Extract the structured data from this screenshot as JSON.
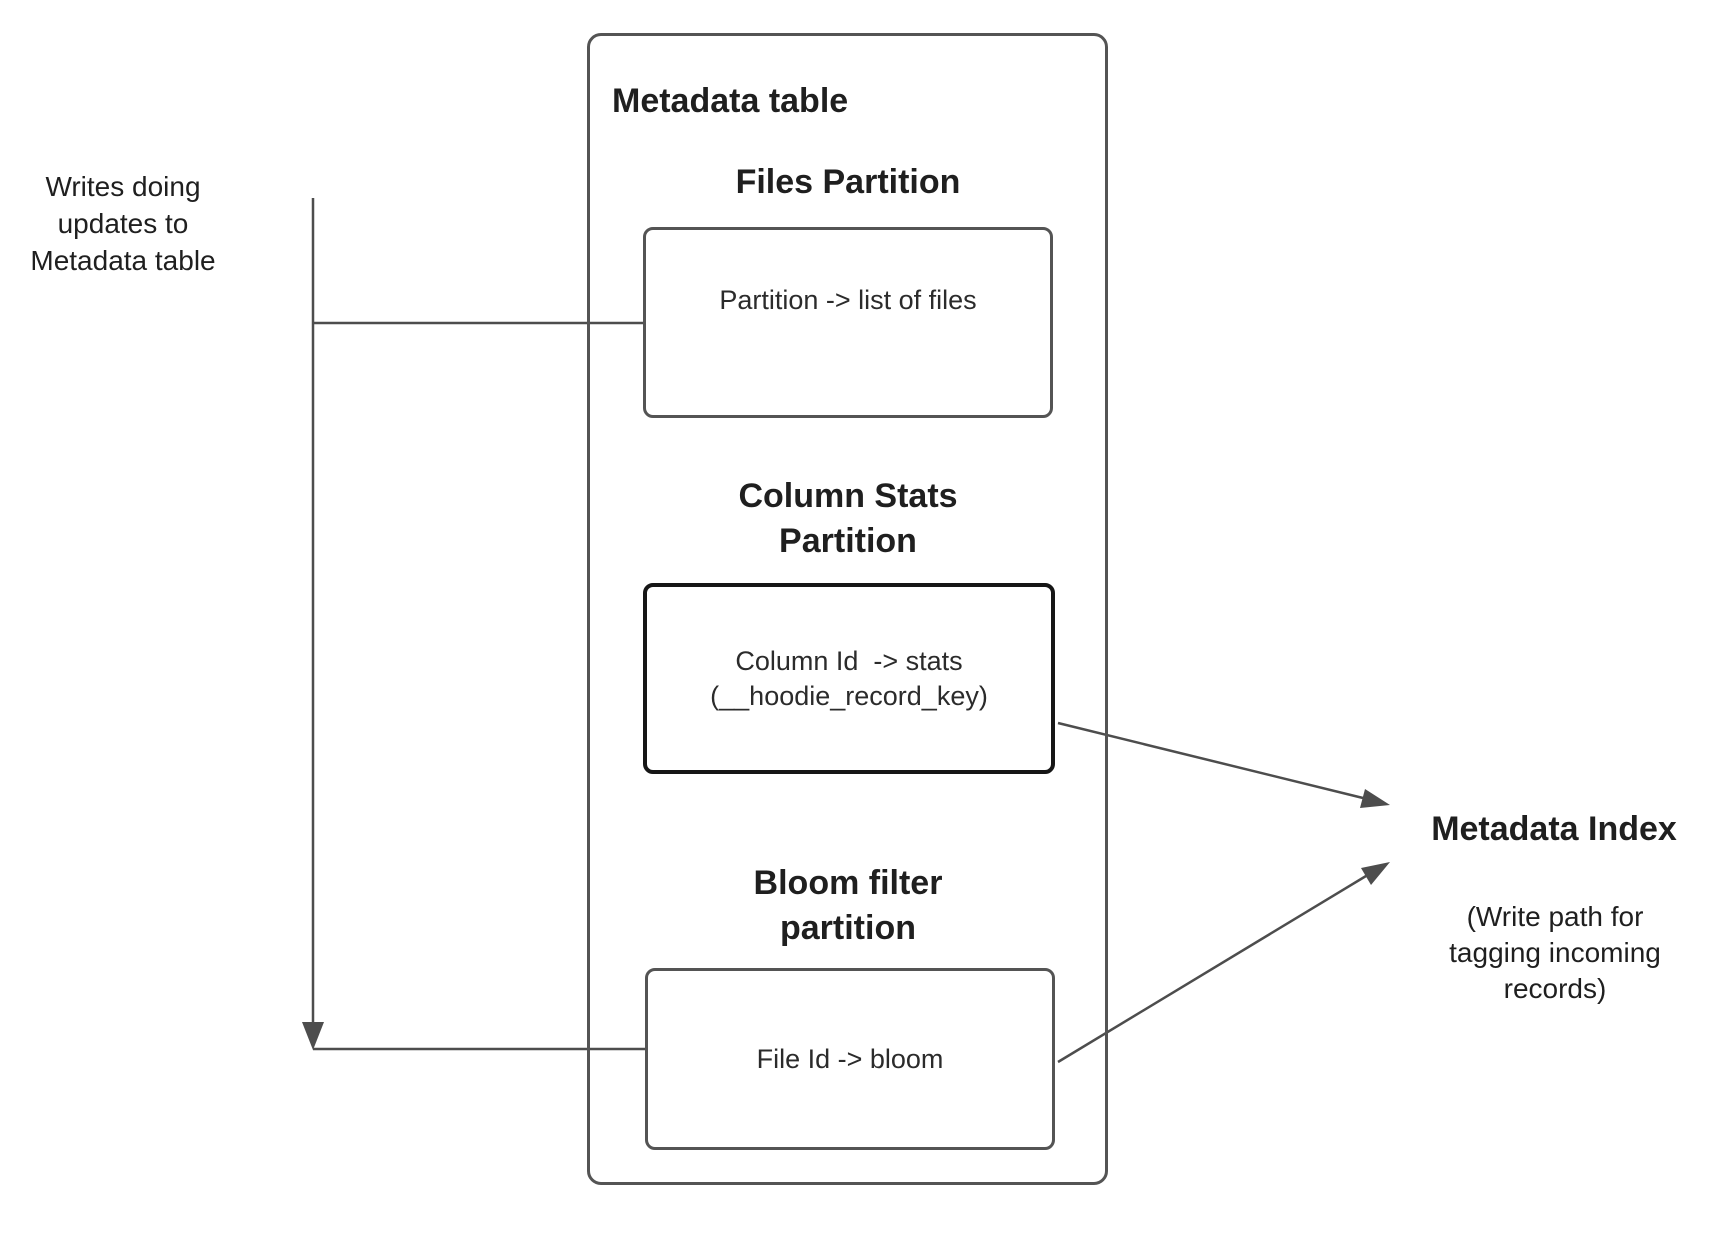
{
  "colors": {
    "connector_line": "#4d4d4d",
    "box_border": "#545454",
    "stats_box_border": "#161616",
    "text": "#1f1f1f",
    "background": "#ffffff"
  },
  "left_note": {
    "text": "Writes doing\nupdates to\nMetadata table"
  },
  "metadata_table": {
    "title": "Metadata table",
    "partitions": [
      {
        "header": "Files Partition",
        "body": "Partition -> list of files"
      },
      {
        "header": "Column Stats\nPartition",
        "body": "Column Id  -> stats\n(__hoodie_record_key)"
      },
      {
        "header": "Bloom filter\npartition",
        "body": "File Id -> bloom"
      }
    ]
  },
  "metadata_index": {
    "title": "Metadata Index",
    "subtitle": "(Write path for\ntagging incoming\nrecords)"
  }
}
